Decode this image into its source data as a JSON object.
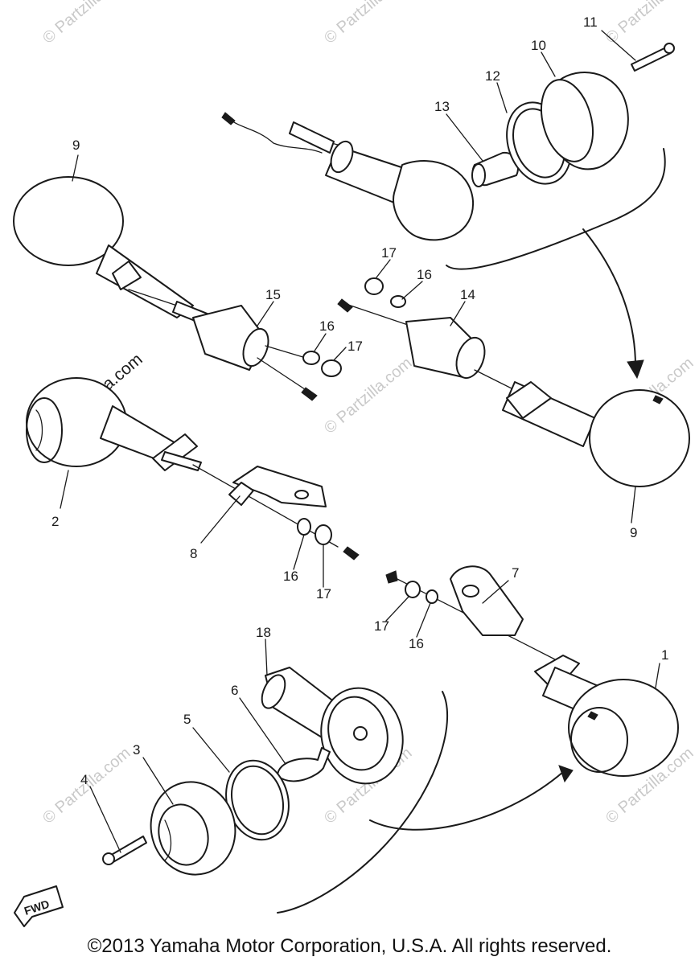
{
  "callouts": {
    "c1": "1",
    "c2": "2",
    "c3": "3",
    "c4": "4",
    "c5": "5",
    "c6": "6",
    "c7": "7",
    "c8": "8",
    "c9a": "9",
    "c9b": "9",
    "c10": "10",
    "c11": "11",
    "c12": "12",
    "c13": "13",
    "c14": "14",
    "c15": "15",
    "c16a": "16",
    "c16b": "16",
    "c16c": "16",
    "c16d": "16",
    "c17a": "17",
    "c17b": "17",
    "c17c": "17",
    "c17d": "17",
    "c18": "18"
  },
  "watermark": "© Partzilla.com",
  "fwd_label": "FWD",
  "copyright": "©2013 Yamaha Motor Corporation, U.S.A. All rights reserved.",
  "colors": {
    "ink": "#1a1a1a",
    "watermark": "#c9c9c9",
    "background": "#ffffff"
  }
}
